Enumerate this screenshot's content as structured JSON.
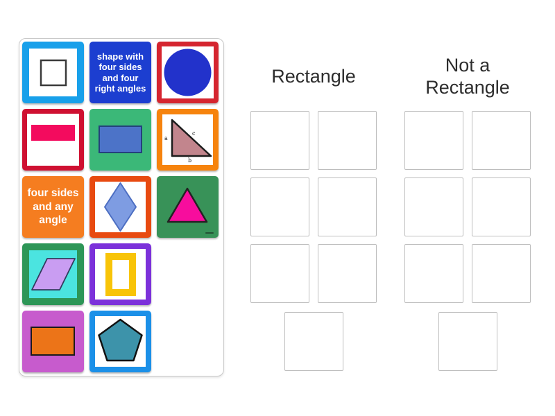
{
  "activity": {
    "kind": "group-sort"
  },
  "groups": [
    {
      "label": "Rectangle",
      "slot_count": 7
    },
    {
      "label": "Not a Rectangle",
      "slot_count": 7
    }
  ],
  "tiles": [
    {
      "name": "white-square-outline",
      "shape": "square outline",
      "frame_color": "#18a0ea",
      "fill_color": "#ffffff",
      "stroke_color": "#3a3a3a"
    },
    {
      "name": "definition-four-right-angles",
      "label": "shape with four sides and four right angles",
      "bg_color": "#1c3ed0",
      "text_color": "#ffffff"
    },
    {
      "name": "blue-circle",
      "shape": "circle",
      "frame_color": "#d5252f",
      "fill_color": "#2232cb"
    },
    {
      "name": "pink-rectangle",
      "shape": "rectangle",
      "frame_color": "#cf1031",
      "fill_color": "#f30b5e"
    },
    {
      "name": "blue-rectangle",
      "shape": "rectangle",
      "bg_color": "#3bb878",
      "fill_color": "#4c73c8",
      "stroke_color": "#24417c"
    },
    {
      "name": "right-triangle",
      "shape": "right triangle",
      "frame_color": "#f6830d",
      "fill_color": "#c2858d",
      "stroke_color": "#1c1c1c",
      "labels": {
        "a": "a",
        "b": "b",
        "c": "c"
      }
    },
    {
      "name": "definition-any-angle",
      "label": "four sides and any angle",
      "bg_color": "#f57d20",
      "text_color": "#ffffff"
    },
    {
      "name": "blue-diamond",
      "shape": "rhombus",
      "frame_color": "#e84a10",
      "fill_color": "#7e9ce2",
      "stroke_color": "#4c6ec2"
    },
    {
      "name": "pink-triangle",
      "shape": "triangle",
      "bg_color": "#389258",
      "fill_color": "#f70d9d",
      "stroke_color": "#222222"
    },
    {
      "name": "purple-parallelogram",
      "shape": "parallelogram",
      "frame_color": "#2d9657",
      "bg_color": "#4be4e0",
      "fill_color": "#c99df2",
      "stroke_color": "#333a5e"
    },
    {
      "name": "gold-rectangle-outline",
      "shape": "rectangle outline",
      "frame_color": "#7c31da",
      "fill_color": "#f8c408"
    },
    {
      "name": "orange-rectangle",
      "shape": "rectangle",
      "bg_color": "#c75bcd",
      "fill_color": "#ec7418",
      "stroke_color": "#1a1a1a"
    },
    {
      "name": "teal-pentagon",
      "shape": "pentagon",
      "frame_color": "#1b90e8",
      "fill_color": "#3d93aa",
      "stroke_color": "#111111"
    }
  ]
}
